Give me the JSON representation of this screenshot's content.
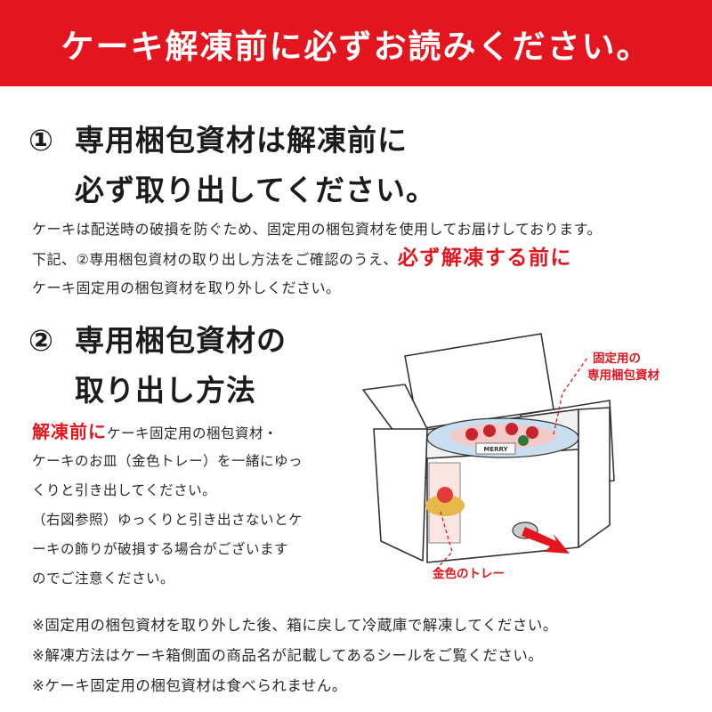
{
  "banner": {
    "title": "ケーキ解凍前に必ずお読みください。"
  },
  "section1": {
    "number": "①",
    "title_line1": "専用梱包資材は解凍前に",
    "title_line2": "必ず取り出してください。",
    "body_line1": "ケーキは配送時の破損を防ぐため、固定用の梱包資材を使用してお届けしております。",
    "body_line2_prefix": "下記、②専用梱包資材の取り出し方法をご確認のうえ、",
    "body_line2_emphasis": "必ず解凍する前に",
    "body_line3": "ケーキ固定用の梱包資材を取り外しください。"
  },
  "section2": {
    "number": "②",
    "title_line1": "専用梱包資材の",
    "title_line2": "取り出し方法",
    "body_emphasis": "解凍前に",
    "body_line1_rest": "ケーキ固定用の梱包資材・",
    "body_line2": "ケーキのお皿（金色トレー）を一緒にゆっ",
    "body_line3": "くりと引き出してください。",
    "body_line4": "（右図参照）ゆっくりと引き出さないとケ",
    "body_line5": "ーキの飾りが破損する場合がございます",
    "body_line6": "のでご注意ください。"
  },
  "illustration": {
    "callout_top_line1": "固定用の",
    "callout_top_line2": "専用梱包資材",
    "callout_bottom": "金色のトレー",
    "cake_label": "MERRY"
  },
  "notes": {
    "line1": "※固定用の梱包資材を取り外した後、箱に戻して冷蔵庫で解凍してください。",
    "line2": "※解凍方法はケーキ箱側面の商品名が記載してあるシールをご覧ください。",
    "line3": "※ケーキ固定用の梱包資材は食べられません。"
  },
  "colors": {
    "accent": "#e3161f",
    "text": "#222222",
    "background": "#ffffff"
  }
}
